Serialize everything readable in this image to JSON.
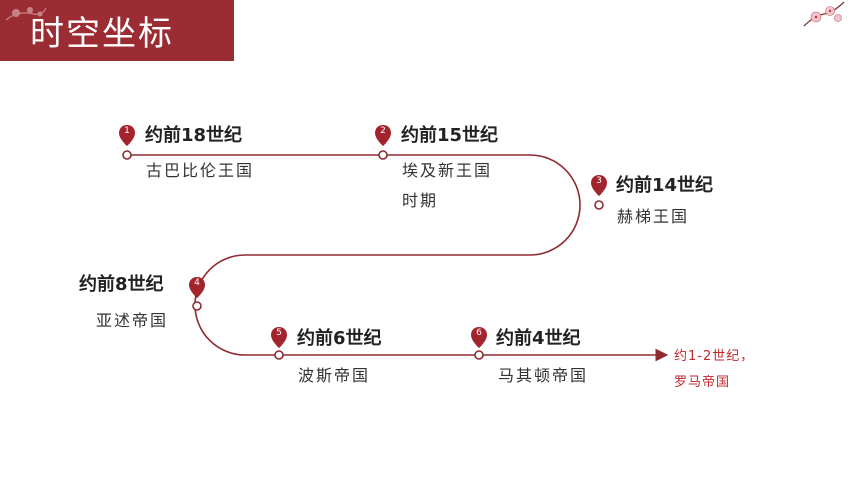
{
  "header": {
    "title": "时空坐标"
  },
  "colors": {
    "accent": "#9b2c33",
    "line": "#8e2a30",
    "note": "#c2272d"
  },
  "timeline": [
    {
      "num": "1",
      "era": "约前18世纪",
      "place_lines": [
        "古巴比伦王国"
      ]
    },
    {
      "num": "2",
      "era": "约前15世纪",
      "place_lines": [
        "埃及新王国",
        "时期"
      ]
    },
    {
      "num": "3",
      "era": "约前14世纪",
      "place_lines": [
        "赫梯王国"
      ]
    },
    {
      "num": "4",
      "era": "约前8世纪",
      "place_lines": [
        "亚述帝国"
      ]
    },
    {
      "num": "5",
      "era": "约前6世纪",
      "place_lines": [
        "波斯帝国"
      ]
    },
    {
      "num": "6",
      "era": "约前4世纪",
      "place_lines": [
        "马其顿帝国"
      ]
    }
  ],
  "end_note": {
    "line1": "约1-2世纪，",
    "line2": "罗马帝国"
  }
}
